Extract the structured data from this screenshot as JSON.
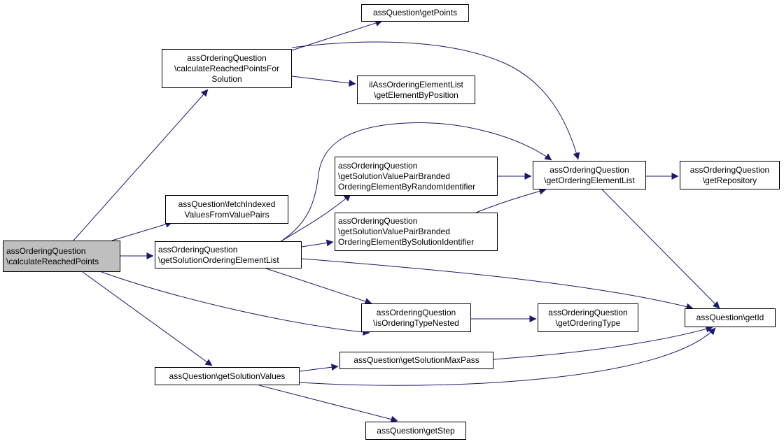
{
  "colors": {
    "edge": "#191970",
    "root_fill": "#bfbfbf",
    "node_fill": "#ffffff",
    "border": "#000000"
  },
  "nodes": {
    "root": [
      "assOrderingQuestion",
      "\\calculateReachedPoints"
    ],
    "calc_for_solution": [
      "assOrderingQuestion",
      "\\calculateReachedPointsFor",
      "Solution"
    ],
    "get_points": [
      "assQuestion\\getPoints"
    ],
    "get_element_by_position": [
      "ilAssOrderingElementList",
      "\\getElementByPosition"
    ],
    "fetch_indexed": [
      "assQuestion\\fetchIndexed",
      "ValuesFromValuePairs"
    ],
    "get_solution_ordering_list": [
      "assOrderingQuestion",
      "\\getSolutionOrderingElementList"
    ],
    "branded_random": [
      "assOrderingQuestion",
      "\\getSolutionValuePairBranded",
      "OrderingElementByRandomIdentifier"
    ],
    "branded_solution": [
      "assOrderingQuestion",
      "\\getSolutionValuePairBranded",
      "OrderingElementBySolutionIdentifier"
    ],
    "get_ordering_element_list": [
      "assOrderingQuestion",
      "\\getOrderingElementList"
    ],
    "get_repository": [
      "assOrderingQuestion",
      "\\getRepository"
    ],
    "is_nested": [
      "assOrderingQuestion",
      "\\isOrderingTypeNested"
    ],
    "get_ordering_type": [
      "assOrderingQuestion",
      "\\getOrderingType"
    ],
    "get_id": [
      "assQuestion\\getId"
    ],
    "get_solution_max_pass": [
      "assQuestion\\getSolutionMaxPass"
    ],
    "get_solution_values": [
      "assQuestion\\getSolutionValues"
    ],
    "get_step": [
      "assQuestion\\getStep"
    ]
  }
}
